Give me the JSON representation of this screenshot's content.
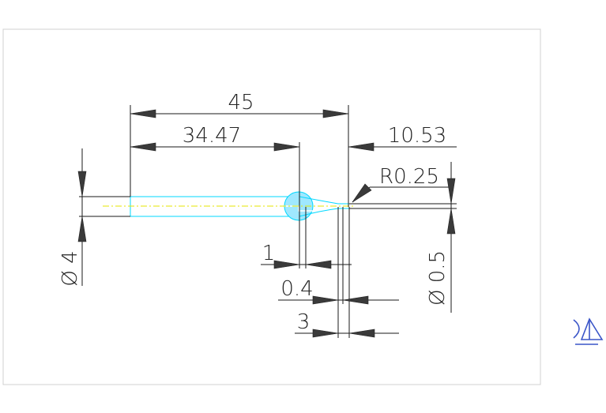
{
  "dimensions": {
    "overall_length": "45",
    "shank_length": "34.47",
    "tip_length": "10.53",
    "tip_radius": "R0.25",
    "shank_diameter": "Ø 4",
    "tip_diameter": "Ø 0.5",
    "step_1": "1",
    "step_2": "0.4",
    "step_3": "3"
  },
  "colors": {
    "cyan": "#00d8ff",
    "center_line": "#e6e600",
    "frame": "#d0d0d0",
    "logo": "#3a55c8"
  },
  "icons": {
    "corner_logo": "ucs-icon"
  }
}
